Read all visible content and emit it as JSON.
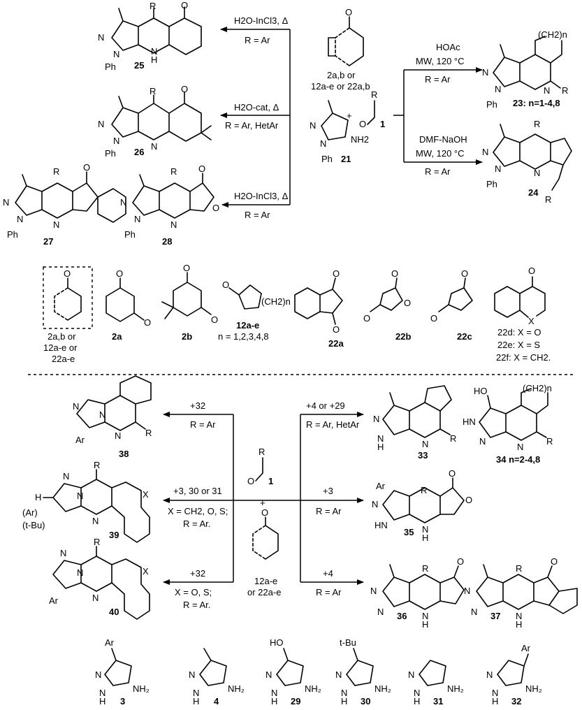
{
  "upper_scheme": {
    "reagents": {
      "aminopyrazole_number": "21",
      "aminopyrazole_nh2": "NH2",
      "aminopyrazole_ph": "Ph",
      "plus": "+",
      "aldehyde_r": "R",
      "aldehyde_o": "O",
      "aldehyde_number": "1",
      "diketone_label_line1": "2a,b or",
      "diketone_label_line2": "12a-e or 22a,b"
    },
    "left_reactions": [
      {
        "condition": "H2O-InCl3, Δ",
        "r_group": "R = Ar",
        "product": "25"
      },
      {
        "condition": "H2O-cat, Δ",
        "r_group": "R = Ar, HetAr",
        "product": "26"
      },
      {
        "condition": "H2O-InCl3, Δ",
        "r_group": "R = Ar",
        "products": [
          "27",
          "28"
        ]
      }
    ],
    "right_reactions": [
      {
        "condition_line1": "HOAc",
        "condition_line2": "MW, 120 °C",
        "r_group": "R = Ar",
        "product": "23: n=1-4,8",
        "substituent": "(CH2)n"
      },
      {
        "condition_line1": "DMF-NaOH",
        "condition_line2": "MW, 120 °C",
        "r_group": "R = Ar",
        "product": "24"
      }
    ]
  },
  "diketones": [
    {
      "label_lines": [
        "2a,b or",
        "12a-e or",
        "22a-e"
      ]
    },
    {
      "label_lines": [
        "2a"
      ]
    },
    {
      "label_lines": [
        "2b"
      ]
    },
    {
      "label_lines": [
        "12a-e",
        "n = 1,2,3,4,8"
      ],
      "substituent": "(CH2)n"
    },
    {
      "label_lines": [
        "22a"
      ]
    },
    {
      "label_lines": [
        "22b"
      ]
    },
    {
      "label_lines": [
        "22c"
      ]
    },
    {
      "label_lines": [
        "22d: X = O",
        "22e: X = S",
        "22f: X = CH2."
      ]
    }
  ],
  "lower_scheme": {
    "center": {
      "aldehyde_number": "1",
      "plus": "+",
      "ketone_label_line1": "12a-e",
      "ketone_label_line2": "or 22a-e"
    },
    "left_reactions": [
      {
        "reagent": "+32",
        "r_group": "R = Ar",
        "product": "38"
      },
      {
        "reagent": "+3, 30 or 31",
        "r_group_line1": "X = CH2, O, S;",
        "r_group_line2": "R = Ar.",
        "product": "39",
        "h_label": "H",
        "alt_labels": [
          "(Ar)",
          "(t-Bu)"
        ]
      },
      {
        "reagent": "+32",
        "r_group_line1": "X = O, S;",
        "r_group_line2": "R = Ar.",
        "product": "40"
      }
    ],
    "right_reactions": [
      {
        "reagent": "+4 or +29",
        "r_group": "R = Ar, HetAr",
        "products": [
          "33",
          "34 n=2-4,8"
        ]
      },
      {
        "reagent": "+3",
        "r_group": "R = Ar",
        "product": "35"
      },
      {
        "reagent": "+4",
        "r_group": "R = Ar",
        "products": [
          "36",
          "37"
        ]
      }
    ]
  },
  "aminopyrazoles": [
    {
      "number": "3",
      "substituent": "Ar",
      "position": "3"
    },
    {
      "number": "4",
      "substituent": "methyl",
      "position": "3"
    },
    {
      "number": "29",
      "substituent": "HO",
      "position": "3"
    },
    {
      "number": "30",
      "substituent": "t-Bu",
      "position": "3"
    },
    {
      "number": "31",
      "substituent": "H",
      "position": "3"
    },
    {
      "number": "32",
      "substituent": "Ar",
      "position": "4"
    }
  ]
}
